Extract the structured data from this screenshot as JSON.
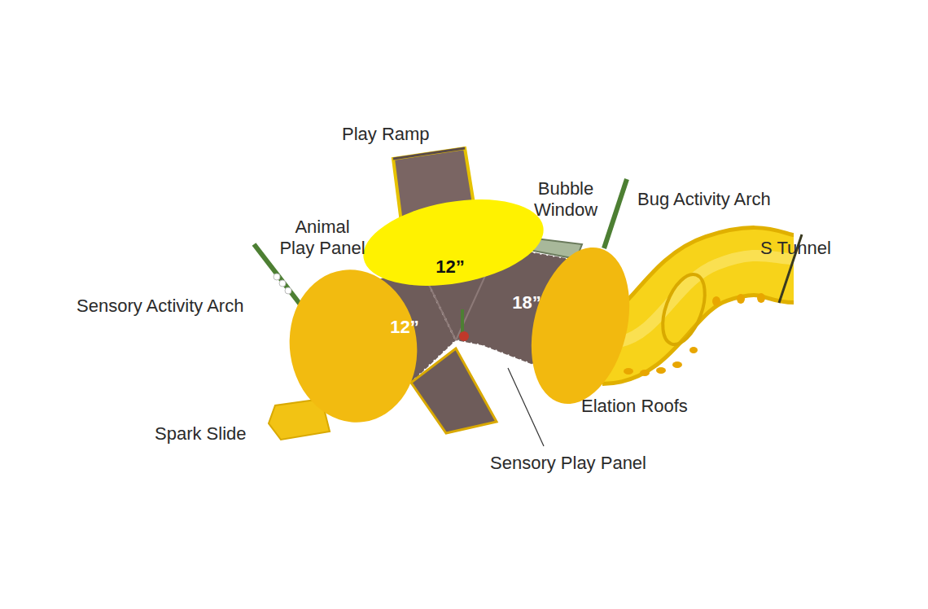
{
  "diagram": {
    "labels": [
      "Play Ramp",
      "Bubble Window",
      "Bug Activity Arch",
      "Animal Play Panel",
      "S Tunnel",
      "Sensory Activity Arch",
      "12”",
      "12”",
      "18”",
      "Spark Slide",
      "Elation Roofs",
      "Sensory Play Panel"
    ]
  }
}
